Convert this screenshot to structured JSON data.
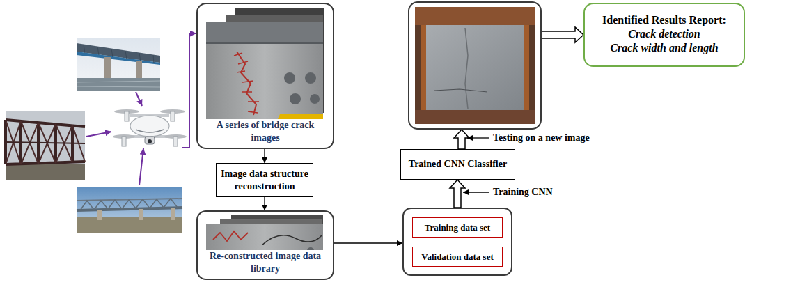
{
  "diagram": {
    "nodes": [
      {
        "text": [
          "A series of bridge crack images"
        ]
      },
      {
        "text": [
          "Image data structure reconstruction"
        ]
      },
      {
        "text": [
          "Re-constructed image data library"
        ]
      },
      {
        "text": []
      },
      {
        "text": [
          "Training data set"
        ],
        "in": 3
      },
      {
        "text": [
          "Validation data set"
        ],
        "in": 3
      },
      {
        "text": [
          "Trained CNN Classifier"
        ]
      },
      {
        "text": []
      },
      {
        "text": [
          "Identified Results Report:",
          "Crack detection",
          "Crack width and length"
        ]
      }
    ],
    "edges": [
      {
        "from": 0,
        "to": 1,
        "arrow": "to"
      },
      {
        "from": 1,
        "to": 2,
        "arrow": "to"
      },
      {
        "from": 2,
        "to": 3,
        "arrow": "to"
      },
      {
        "from": 3,
        "to": 6,
        "label": "Training CNN",
        "arrow": "to"
      },
      {
        "from": 6,
        "to": 7,
        "label": "Testing on a new image",
        "arrow": "to"
      },
      {
        "from": 7,
        "to": 8,
        "arrow": "to"
      }
    ]
  }
}
